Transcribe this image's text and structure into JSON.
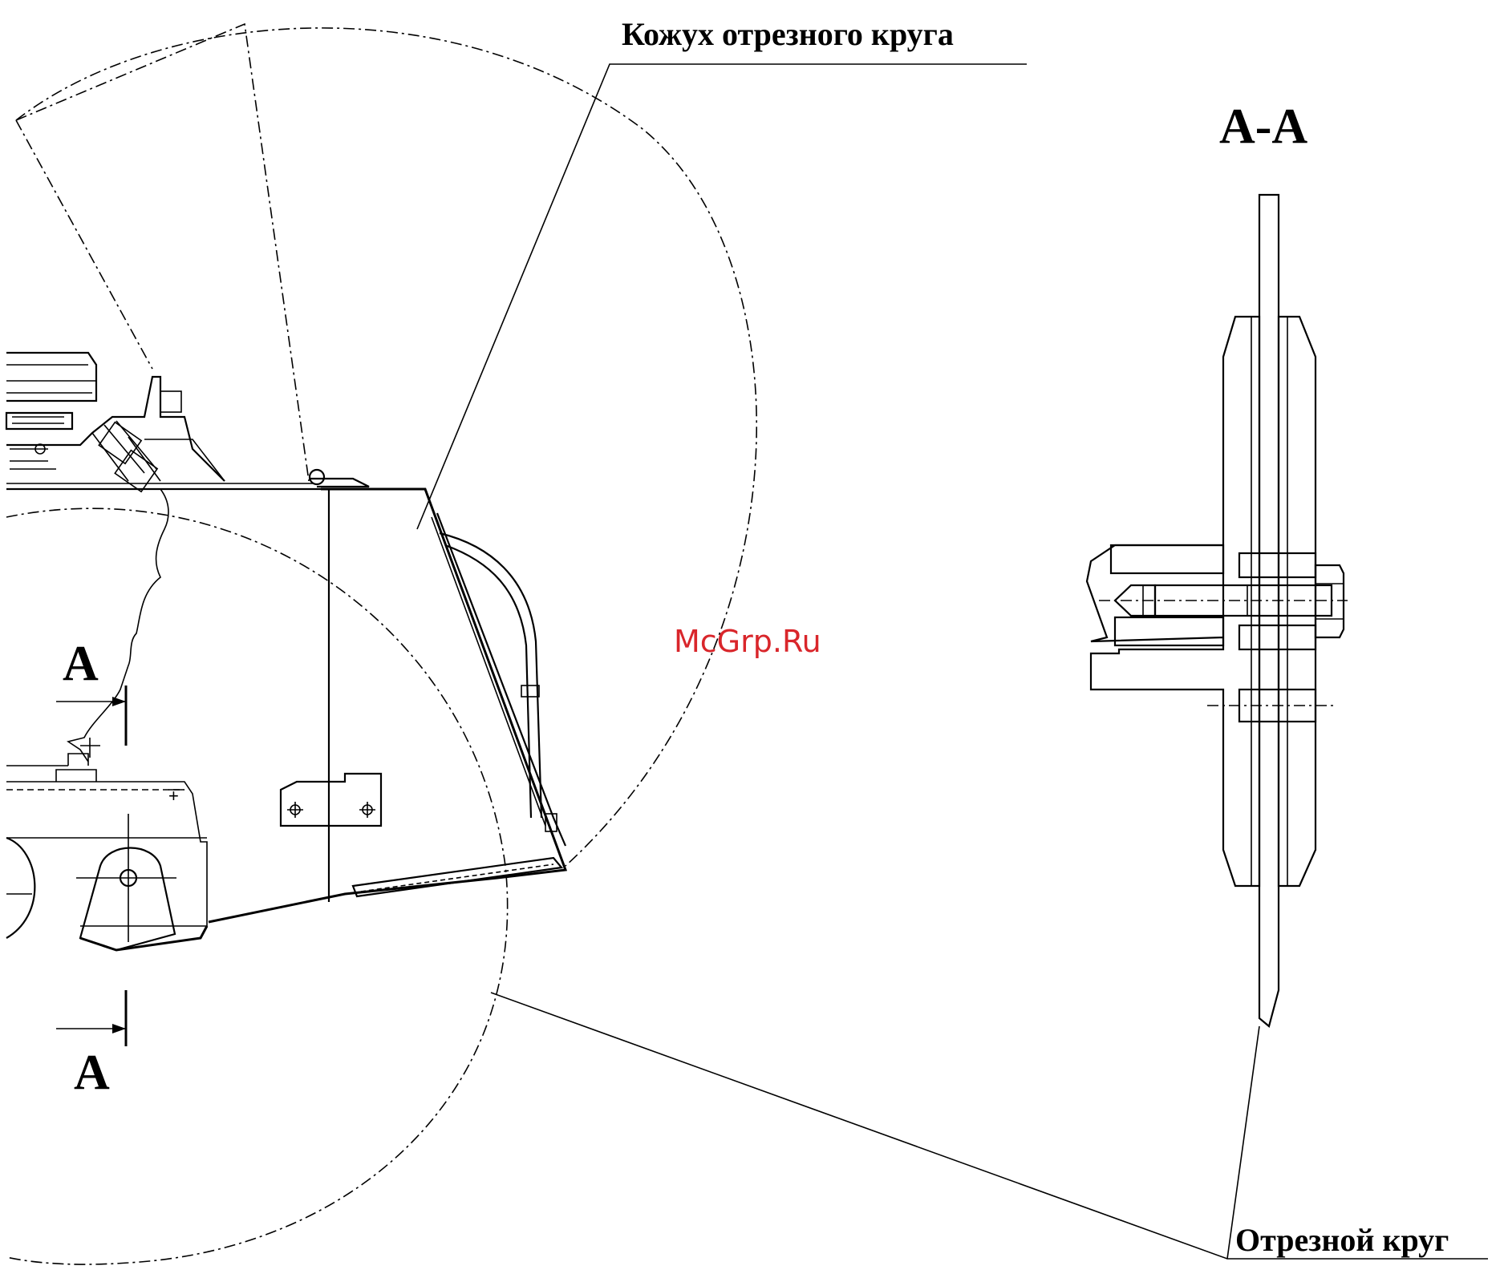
{
  "labels": {
    "guard": "Кожух отрезного круга",
    "section": "А-А",
    "section_mark_top": "А",
    "section_mark_bottom": "А",
    "disc": "Отрезной круг"
  },
  "watermark": {
    "text": "McGrp.Ru",
    "color": "#d9262b"
  }
}
